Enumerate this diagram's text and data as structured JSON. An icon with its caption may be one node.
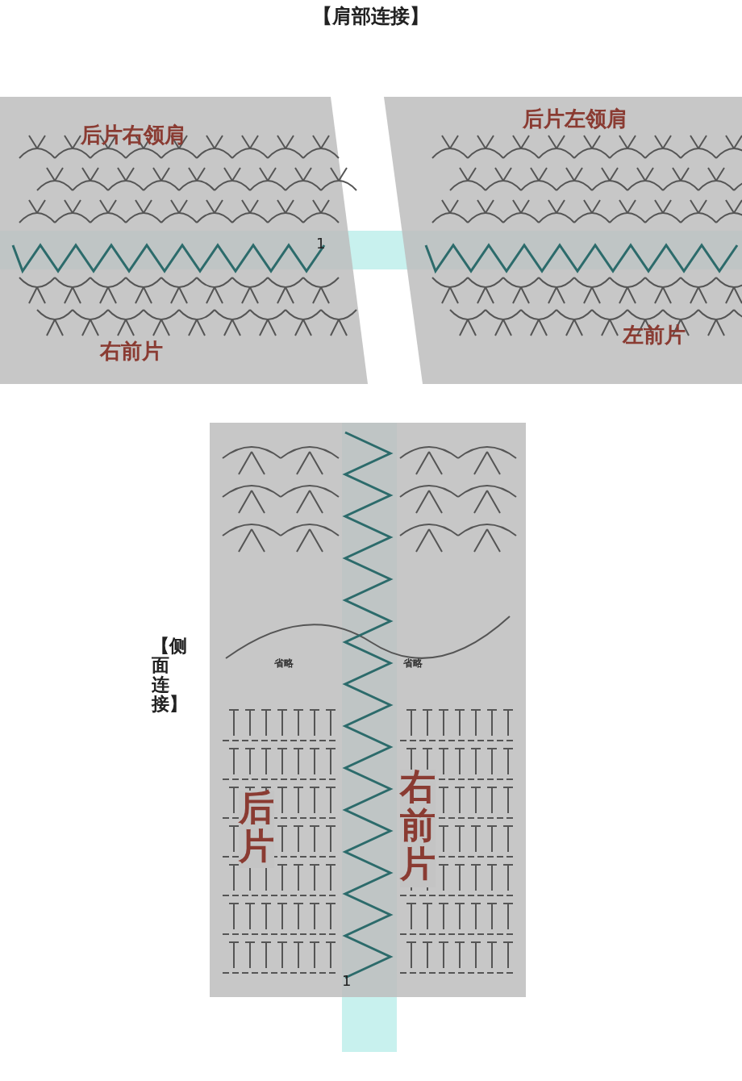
{
  "diagram": {
    "title": "【肩部连接】",
    "nodes": [
      {
        "text": [
          "后片右领肩",
          "右前片"
        ]
      },
      {
        "text": [
          "后片左领肩",
          "左前片"
        ]
      },
      {
        "text": [
          "省略",
          "省略",
          "后片",
          "右前片"
        ],
        "beside": [
          "【侧面连接】"
        ]
      }
    ],
    "labels": [
      "1",
      "1"
    ]
  }
}
